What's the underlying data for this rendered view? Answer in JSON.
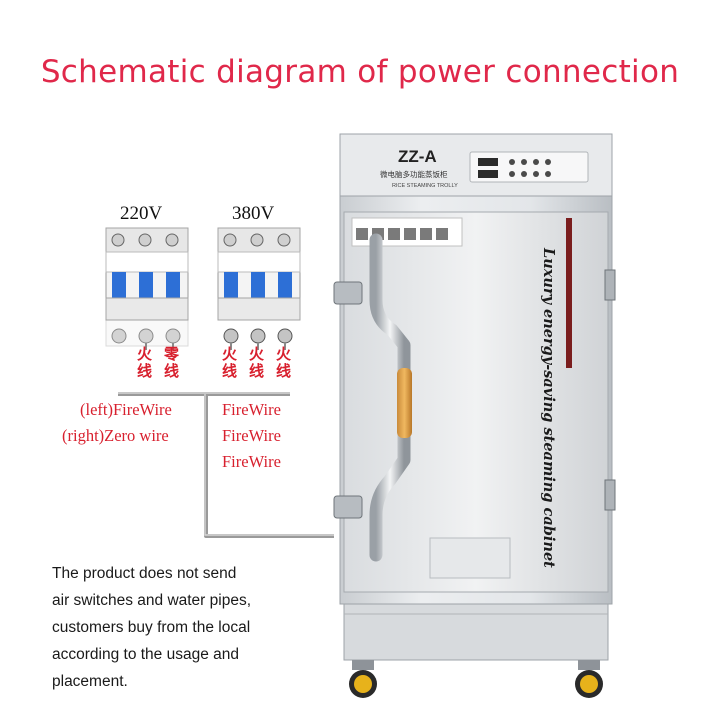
{
  "title": "Schematic diagram of power connection",
  "voltages": {
    "left": "220V",
    "right": "380V"
  },
  "labels_220v": [
    "(left)FireWire",
    "(right)Zero wire"
  ],
  "labels_380v": [
    "FireWire",
    "FireWire",
    "FireWire"
  ],
  "wire_marks_220v": [
    "火线",
    "零线"
  ],
  "wire_marks_380v": [
    "火线",
    "火线",
    "火线"
  ],
  "cabinet": {
    "model": "ZZ-A",
    "name_cn": "微电脑多功能蒸饭柜",
    "name_en": "RICE STEAMING TROLLY",
    "side_text": "Luxury energy-saving steaming cabinet"
  },
  "note_lines": [
    "The product does not send",
    "air switches and water pipes,",
    "customers buy from the local",
    "according to the usage and",
    "placement."
  ],
  "colors": {
    "title": "#e0284a",
    "label_red": "#d8202e",
    "breaker_blue": "#2d6fd6"
  }
}
